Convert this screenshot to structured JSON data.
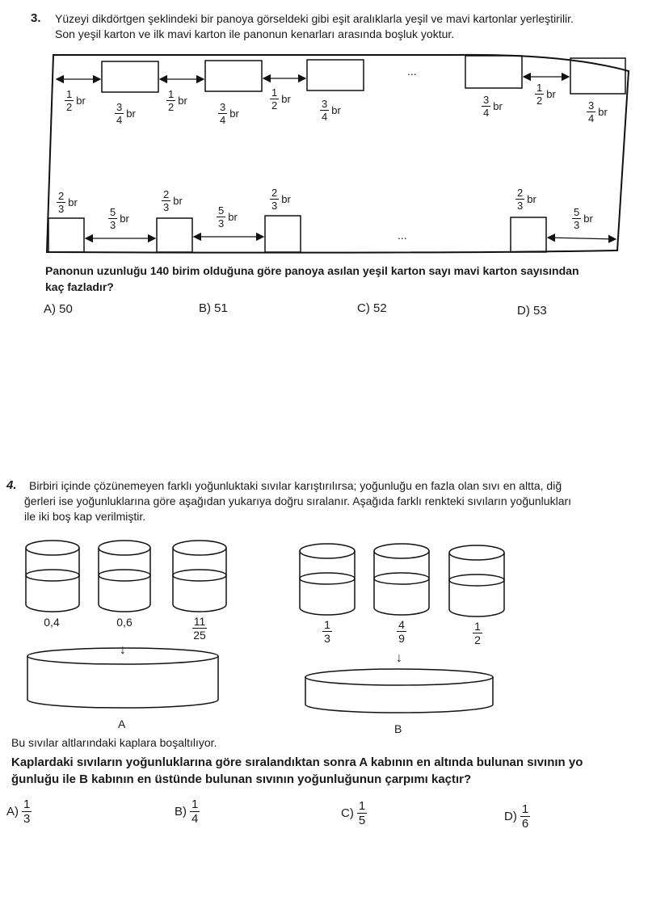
{
  "q3": {
    "number": "3.",
    "line1": "Yüzeyi dikdörtgen şeklindeki bir panoya görseldeki gibi eşit aralıklarla yeşil ve mavi kartonlar yerleştirilir.",
    "line2": "Son yeşil karton ve ilk mavi karton ile panonun kenarları arasında boşluk yoktur.",
    "top_labels": [
      {
        "n": "1",
        "d": "2",
        "u": "br"
      },
      {
        "n": "3",
        "d": "4",
        "u": "br"
      },
      {
        "n": "1",
        "d": "2",
        "u": "br"
      },
      {
        "n": "3",
        "d": "4",
        "u": "br"
      },
      {
        "n": "1",
        "d": "2",
        "u": "br"
      },
      {
        "n": "3",
        "d": "4",
        "u": "br"
      },
      {
        "n": "3",
        "d": "4",
        "u": "br"
      },
      {
        "n": "1",
        "d": "2",
        "u": "br"
      },
      {
        "n": "3",
        "d": "4",
        "u": "br"
      }
    ],
    "bottom_labels": [
      {
        "n": "2",
        "d": "3",
        "u": "br"
      },
      {
        "n": "5",
        "d": "3",
        "u": "br"
      },
      {
        "n": "2",
        "d": "3",
        "u": "br"
      },
      {
        "n": "5",
        "d": "3",
        "u": "br"
      },
      {
        "n": "2",
        "d": "3",
        "u": "br"
      },
      {
        "n": "2",
        "d": "3",
        "u": "br"
      },
      {
        "n": "5",
        "d": "3",
        "u": "br"
      }
    ],
    "ellipsis": "...",
    "question_line1": "Panonun uzunluğu 140 birim olduğuna göre panoya asılan yeşil karton sayı mavi karton sayısından",
    "question_line2": "kaç fazladır?",
    "options": [
      {
        "label": "A) 50"
      },
      {
        "label": "B) 51"
      },
      {
        "label": "C) 52"
      },
      {
        "label": "D) 53"
      }
    ]
  },
  "q4": {
    "number": "4.",
    "line1": "Birbiri içinde çözünemeyen farklı yoğunluktaki sıvılar karıştırılırsa; yoğunluğu en fazla olan sıvı en altta, diğ",
    "line2": "ğerleri ise yoğunluklarına göre aşağıdan yukarıya doğru sıralanır. Aşağıda farklı renkteki sıvıların yoğunlukları",
    "line3": "ile iki boş kap verilmiştir.",
    "group_a_densities": [
      "0,4",
      "0,6"
    ],
    "group_a_frac": {
      "n": "11",
      "d": "25"
    },
    "group_b_fracs": [
      {
        "n": "1",
        "d": "3"
      },
      {
        "n": "4",
        "d": "9"
      },
      {
        "n": "1",
        "d": "2"
      }
    ],
    "arrow": "↓",
    "container_a": "A",
    "container_b": "B",
    "note": "Bu sıvılar altlarındaki kaplara boşaltılıyor.",
    "question_line1": "Kaplardaki sıvıların yoğunluklarına göre sıralandıktan sonra A kabının en altında bulunan sıvının yo",
    "question_line2": "ğunluğu ile B kabının en üstünde bulunan sıvının yoğunluğunun çarpımı kaçtır?",
    "options": [
      {
        "label": "A)",
        "n": "1",
        "d": "3"
      },
      {
        "label": "B)",
        "n": "1",
        "d": "4"
      },
      {
        "label": "C)",
        "n": "1",
        "d": "5"
      },
      {
        "label": "D)",
        "n": "1",
        "d": "6"
      }
    ]
  }
}
